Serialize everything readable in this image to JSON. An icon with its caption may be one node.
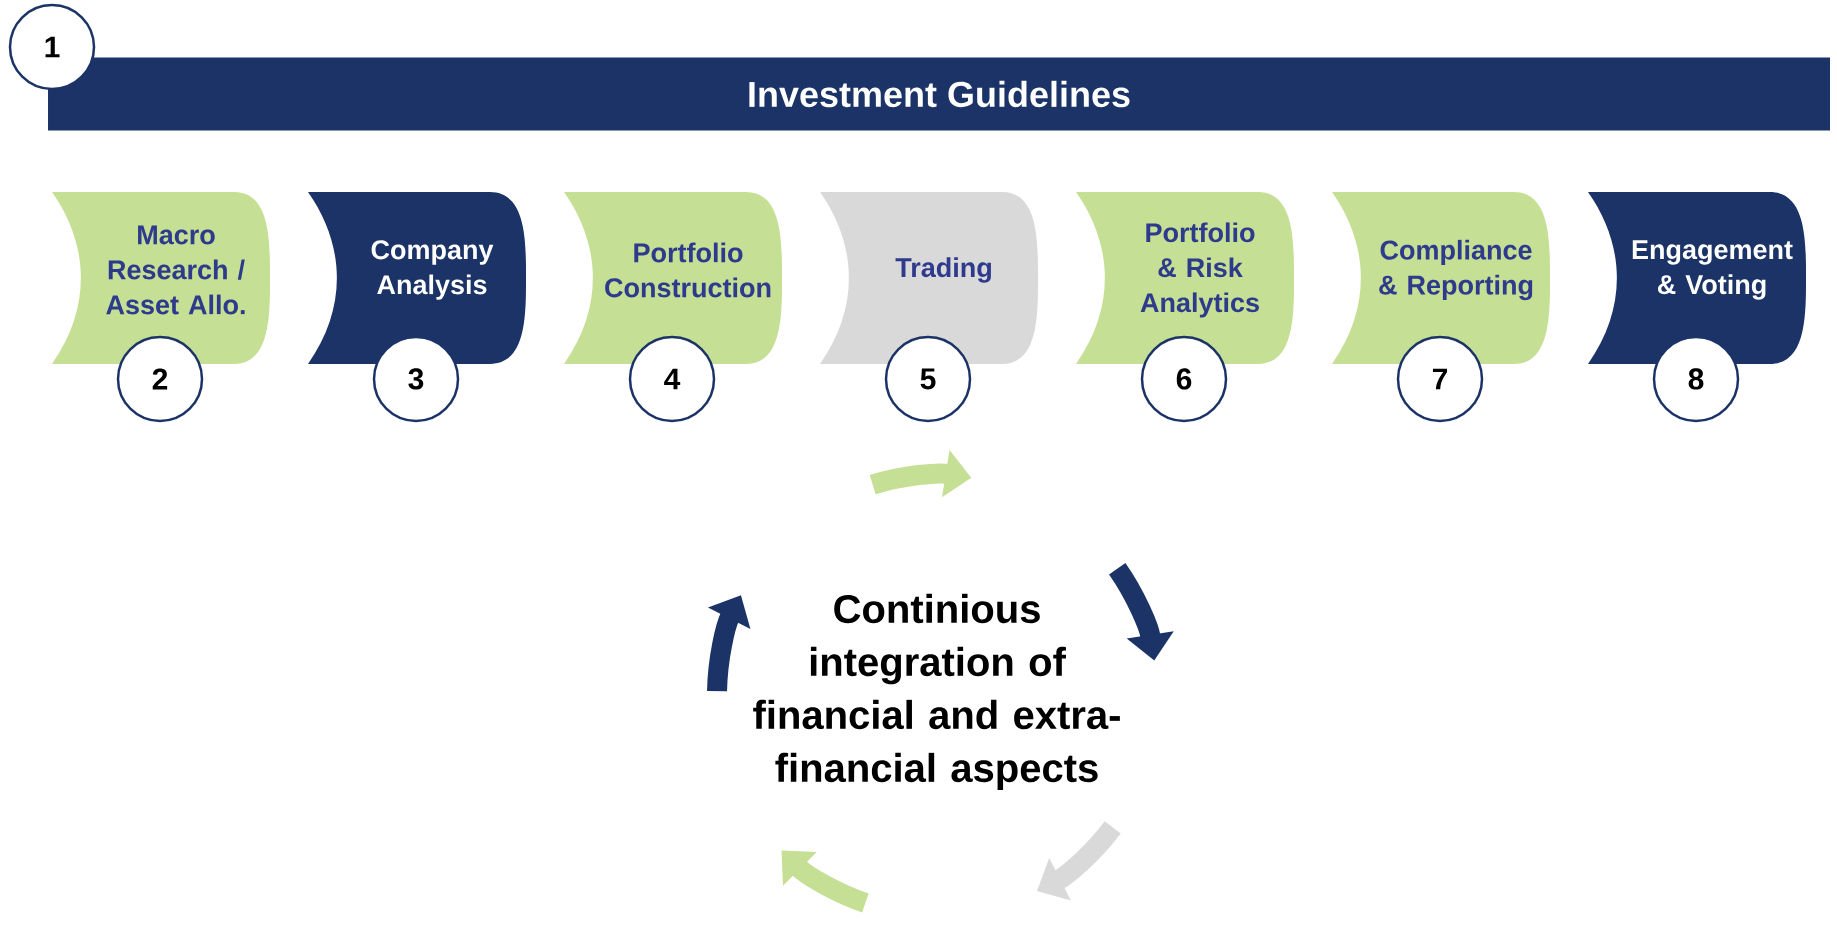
{
  "diagram": {
    "nodes": [
      {
        "text": [
          "1"
        ]
      },
      {
        "text": [
          "Investment Guidelines"
        ]
      },
      {
        "text": [
          "Macro Research / Asset Allo."
        ]
      },
      {
        "text": [
          "2"
        ]
      },
      {
        "text": [
          "Company Analysis"
        ]
      },
      {
        "text": [
          "3"
        ]
      },
      {
        "text": [
          "Portfolio Construction"
        ]
      },
      {
        "text": [
          "4"
        ]
      },
      {
        "text": [
          "Trading"
        ]
      },
      {
        "text": [
          "5"
        ]
      },
      {
        "text": [
          "Portfolio & Risk Analytics"
        ]
      },
      {
        "text": [
          "6"
        ]
      },
      {
        "text": [
          "Compliance & Reporting"
        ]
      },
      {
        "text": [
          "7"
        ]
      },
      {
        "text": [
          "Engagement & Voting"
        ]
      },
      {
        "text": [
          "8"
        ]
      }
    ],
    "labels": [
      "Continious integration of financial and extra-financial aspects"
    ]
  }
}
